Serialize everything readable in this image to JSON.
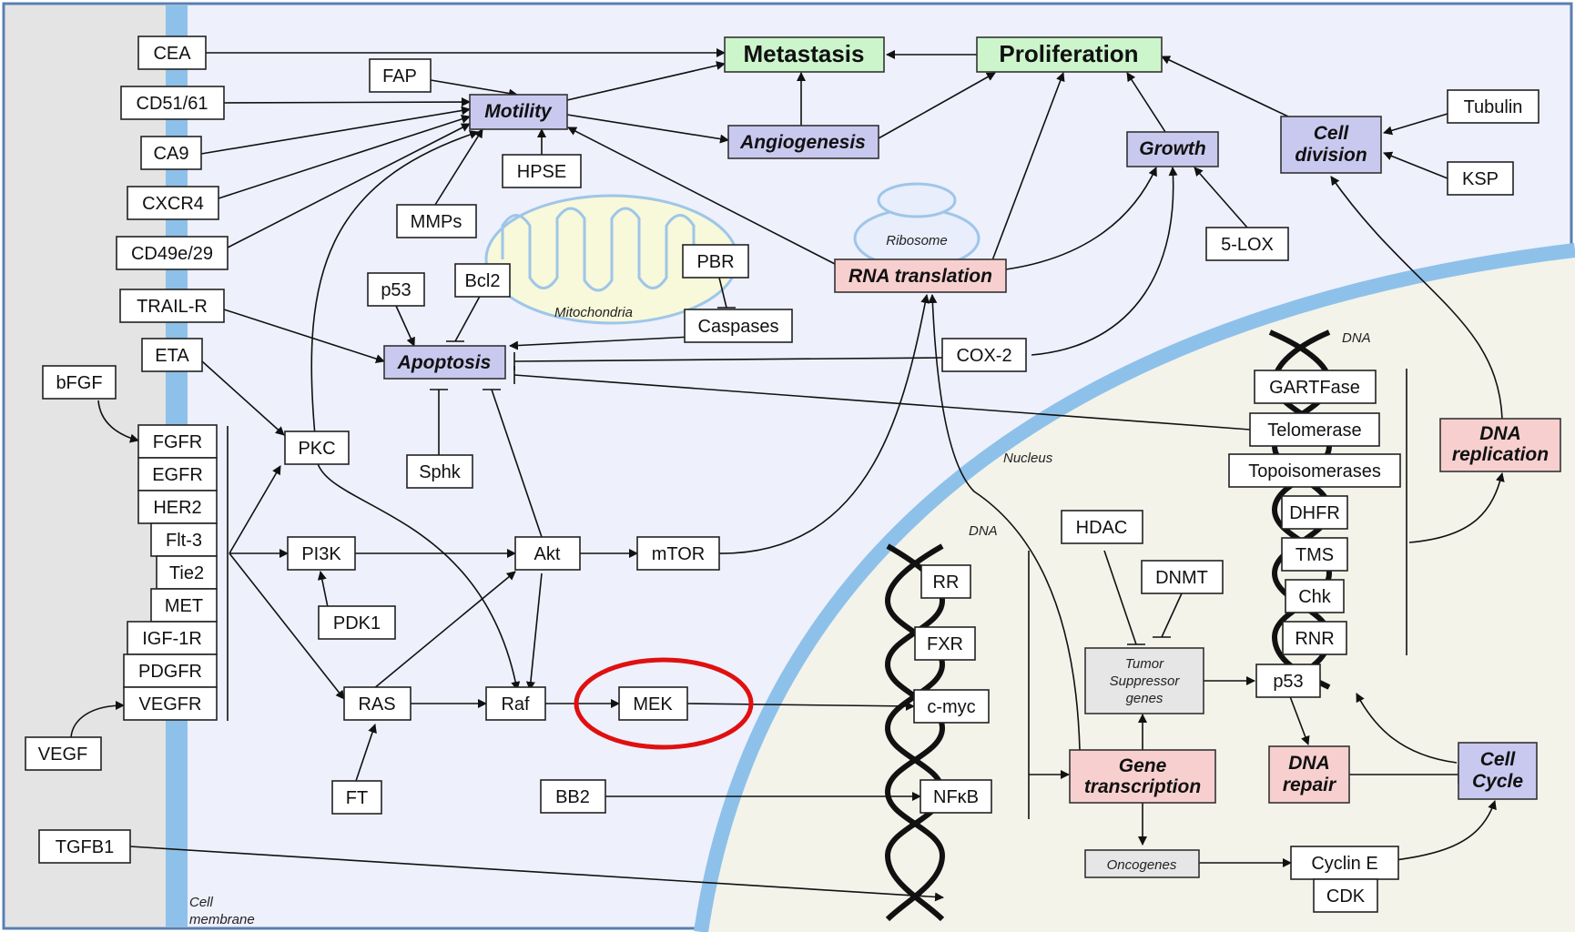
{
  "outcomes": {
    "metastasis": "Metastasis",
    "proliferation": "Proliferation"
  },
  "processes": {
    "motility": "Motility",
    "angiogenesis": "Angiogenesis",
    "growth": "Growth",
    "cell_division": [
      "Cell",
      "division"
    ],
    "apoptosis": "Apoptosis",
    "rna_translation": "RNA translation",
    "dna_replication": [
      "DNA",
      "replication"
    ],
    "gene_transcription": [
      "Gene",
      "transcription"
    ],
    "dna_repair": [
      "DNA",
      "repair"
    ],
    "cell_cycle": [
      "Cell",
      "Cycle"
    ],
    "tumor_suppressor": [
      "Tumor",
      "Suppressor",
      "genes"
    ],
    "oncogenes": "Oncogenes"
  },
  "nodes": {
    "cea": "CEA",
    "cd5161": "CD51/61",
    "ca9": "CA9",
    "cxcr4": "CXCR4",
    "cd49e29": "CD49e/29",
    "trailr": "TRAIL-R",
    "eta": "ETA",
    "bfgf": "bFGF",
    "fgfr": "FGFR",
    "egfr": "EGFR",
    "her2": "HER2",
    "flt3": "Flt-3",
    "tie2": "Tie2",
    "met": "MET",
    "igf1r": "IGF-1R",
    "pdgfr": "PDGFR",
    "vegfr": "VEGFR",
    "vegf": "VEGF",
    "tgfb1": "TGFB1",
    "fap": "FAP",
    "hpse": "HPSE",
    "mmps": "MMPs",
    "p53a": "p53",
    "bcl2": "Bcl2",
    "pbr": "PBR",
    "caspases": "Caspases",
    "cox2": "COX-2",
    "sphk": "Sphk",
    "pkc": "PKC",
    "pi3k": "PI3K",
    "akt": "Akt",
    "mtor": "mTOR",
    "pdk1": "PDK1",
    "ras": "RAS",
    "raf": "Raf",
    "mek": "MEK",
    "ft": "FT",
    "bb2": "BB2",
    "tubulin": "Tubulin",
    "ksp": "KSP",
    "lox5": "5-LOX",
    "gartfase": "GARTFase",
    "telomerase": "Telomerase",
    "topo": "Topoisomerases",
    "dhfr": "DHFR",
    "tms": "TMS",
    "chk": "Chk",
    "rnr": "RNR",
    "hdac": "HDAC",
    "dnmt": "DNMT",
    "p53b": "p53",
    "rr": "RR",
    "fxr": "FXR",
    "cmyc": "c-myc",
    "nfkb": "NFκB",
    "cycline": "Cyclin E",
    "cdk": "CDK"
  },
  "labels": {
    "ribosome": "Ribosome",
    "mitochondria": "Mitochondria",
    "nucleus": "Nucleus",
    "dna1": "DNA",
    "dna2": "DNA",
    "cell_membrane": [
      "Cell",
      "membrane"
    ]
  },
  "colors": {
    "background": "#eef0fc",
    "nucleus_fill": "#f3f3ea",
    "membrane_blue": "#8ec1ea",
    "outcome_green": "#ccf5cc",
    "process_blue": "#c9c9f0",
    "process_pink": "#f8cfcf",
    "highlight_red": "#e01010"
  }
}
